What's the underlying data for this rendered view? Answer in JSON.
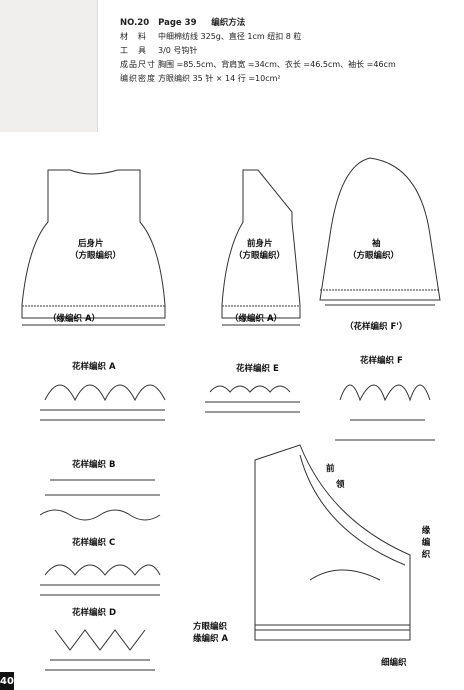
{
  "header": {
    "pattern_no": "NO.20",
    "page": "Page 39",
    "method": "编织方法",
    "specs": [
      {
        "label": "材　料",
        "value": "中细棉纺线 325g、直径 1cm 纽扣 8 粒"
      },
      {
        "label": "工　具",
        "value": "3/0 号钩针"
      },
      {
        "label": "成品尺寸",
        "value": "胸围 =85.5cm、背肩宽 =34cm、衣长 =46.5cm、袖长 =46cm"
      },
      {
        "label": "编织密度",
        "value": "方眼编织 35 针 × 14 行 =10cm²"
      }
    ]
  },
  "pieces": {
    "back": {
      "name": "后身片",
      "method": "（方眼编织）",
      "edge": "（缘编织 A）"
    },
    "front": {
      "name": "前身片",
      "method": "（方眼编织）",
      "edge": "（缘编织 A）"
    },
    "sleeve": {
      "name": "袖",
      "method": "（方眼编织）",
      "edge": "（花样编织 F'）"
    }
  },
  "patterns": {
    "a": "花样编织 A",
    "b": "花样编织 B",
    "c": "花样编织 C",
    "d": "花样编织 D",
    "e": "花样编织 E",
    "f": "花样编织 F"
  },
  "neck_labels": {
    "front": "前",
    "collar": "领",
    "edge": "缘编织",
    "mesh": "方眼编织",
    "edge_a": "缘编织 A",
    "fine": "细编织"
  },
  "page_number": "40",
  "colors": {
    "line": "#333333",
    "accent": "#111111"
  }
}
